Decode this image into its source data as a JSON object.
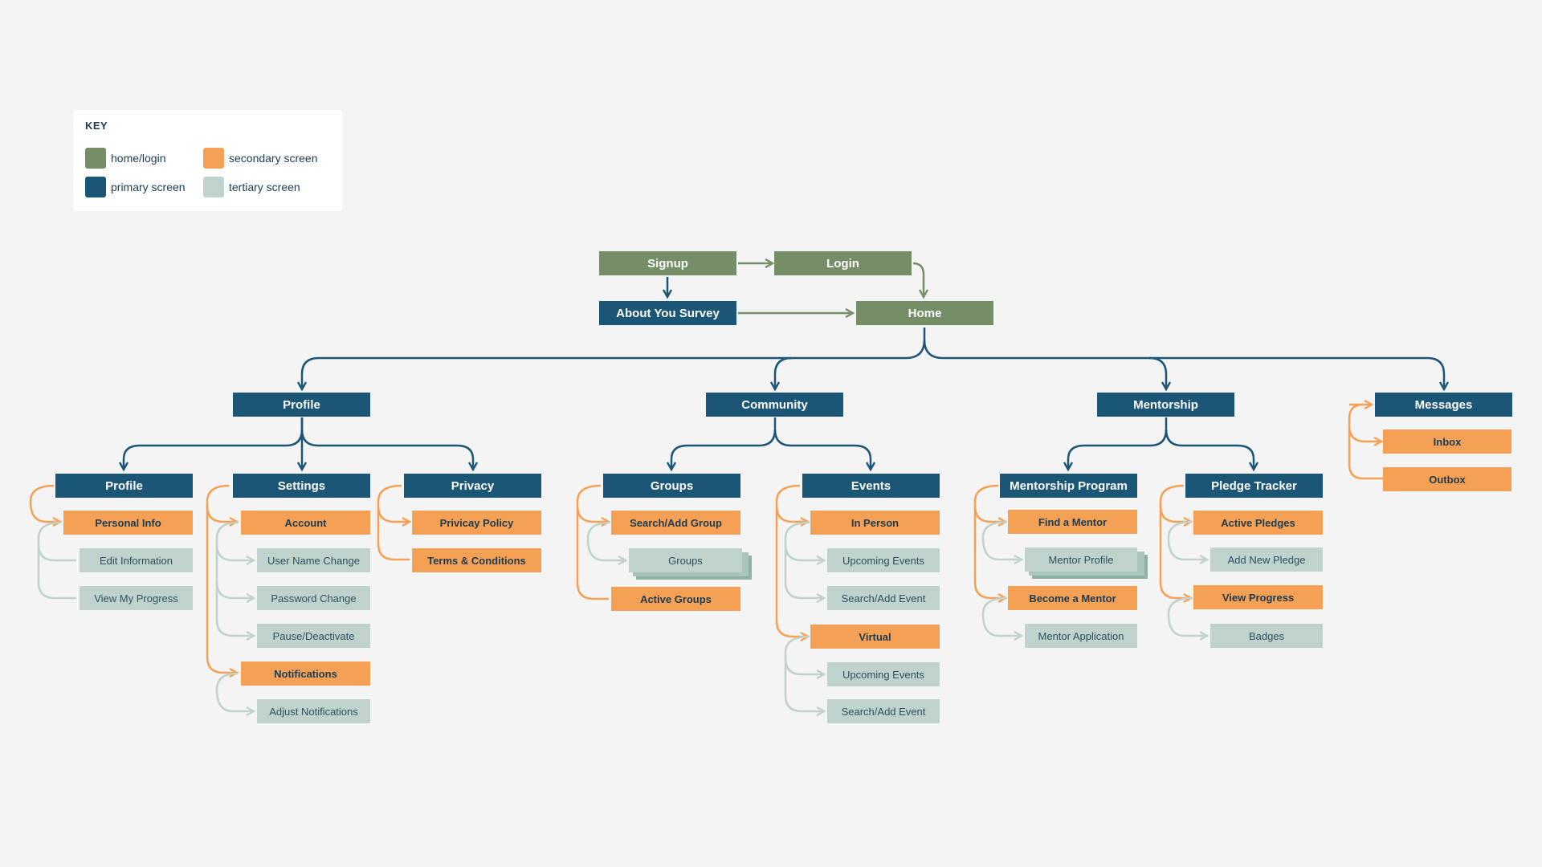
{
  "colors": {
    "home_login": "#758e68",
    "primary": "#1b5677",
    "secondary": "#f4a155",
    "tertiary": "#bfd3cc",
    "connector_primary": "#1b5677",
    "connector_secondary": "#f4a155",
    "connector_tertiary": "#bfd3cc",
    "connector_green": "#758e68"
  },
  "legend": {
    "title": "KEY",
    "items": [
      {
        "label": "home/login",
        "swatch": "#758e68"
      },
      {
        "label": "secondary screen",
        "swatch": "#f4a155"
      },
      {
        "label": "primary screen",
        "swatch": "#1b5677"
      },
      {
        "label": "tertiary screen",
        "swatch": "#bfd3cc"
      }
    ]
  },
  "top": {
    "signup": "Signup",
    "login": "Login",
    "about_you_survey": "About You Survey",
    "home": "Home"
  },
  "sections": {
    "profile": {
      "title": "Profile",
      "profile": {
        "title": "Profile",
        "personal_info": "Personal Info",
        "edit_information": "Edit Information",
        "view_my_progress": "View My Progress"
      },
      "settings": {
        "title": "Settings",
        "account": "Account",
        "user_name_change": "User Name Change",
        "password_change": "Password Change",
        "pause_deactivate": "Pause/Deactivate",
        "notifications": "Notifications",
        "adjust_notifications": "Adjust Notifications"
      },
      "privacy": {
        "title": "Privacy",
        "privacy_policy": "Privicay Policy",
        "terms_conditions": "Terms & Conditions"
      }
    },
    "community": {
      "title": "Community",
      "groups": {
        "title": "Groups",
        "search_add_group": "Search/Add Group",
        "groups": "Groups",
        "active_groups": "Active Groups"
      },
      "events": {
        "title": "Events",
        "in_person": "In Person",
        "upcoming_events_1": "Upcoming Events",
        "search_add_event_1": "Search/Add Event",
        "virtual": "Virtual",
        "upcoming_events_2": "Upcoming Events",
        "search_add_event_2": "Search/Add Event"
      }
    },
    "mentorship": {
      "title": "Mentorship",
      "program": {
        "title": "Mentorship Program",
        "find_a_mentor": "Find a Mentor",
        "mentor_profile": "Mentor Profile",
        "become_a_mentor": "Become a Mentor",
        "mentor_application": "Mentor Application"
      },
      "pledge": {
        "title": "Pledge Tracker",
        "active_pledges": "Active Pledges",
        "add_new_pledge": "Add New Pledge",
        "view_progress": "View Progress",
        "badges": "Badges"
      }
    },
    "messages": {
      "title": "Messages",
      "inbox": "Inbox",
      "outbox": "Outbox"
    }
  }
}
